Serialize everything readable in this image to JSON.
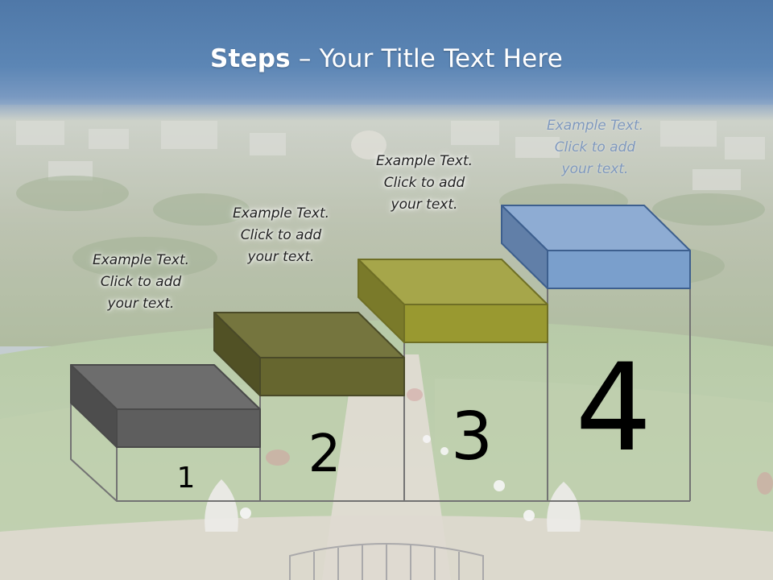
{
  "slide": {
    "title_bold": "Steps",
    "title_rest": " – Your Title Text Here"
  },
  "steps": [
    {
      "number": "1",
      "text_line1": "Example Text.",
      "text_line2": "Click  to add",
      "text_line3": "your text.",
      "color": "#5e5e5e"
    },
    {
      "number": "2",
      "text_line1": "Example Text.",
      "text_line2": "Click  to add",
      "text_line3": "your text.",
      "color": "#6a6a35"
    },
    {
      "number": "3",
      "text_line1": "Example Text.",
      "text_line2": "Click  to add",
      "text_line3": "your text.",
      "color": "#9b9b35"
    },
    {
      "number": "4",
      "text_line1": "Example Text.",
      "text_line2": "Click  to add",
      "text_line3": "your text.",
      "color": "#7a9fcc"
    }
  ],
  "colors": {
    "title_band": "#5a83b3",
    "outline": "#6f6f6f"
  }
}
